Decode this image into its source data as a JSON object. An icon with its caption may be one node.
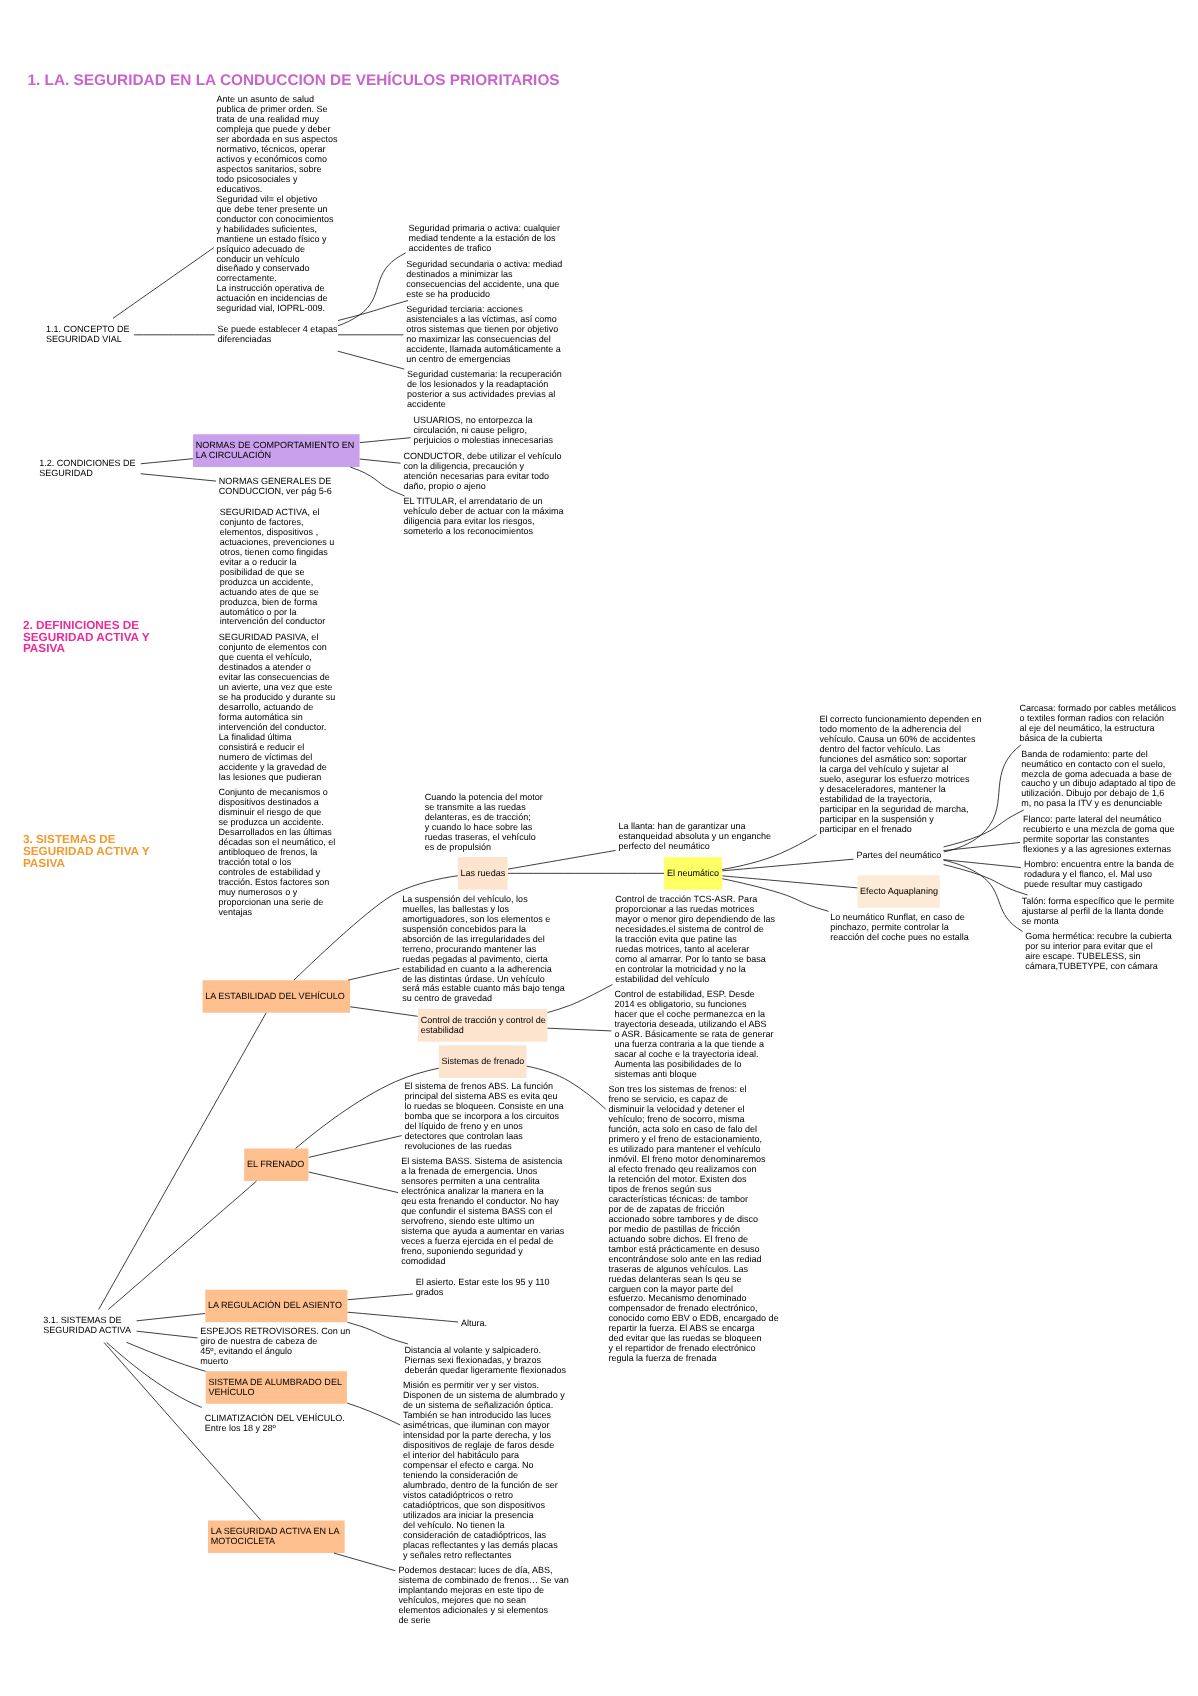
{
  "diagram": {
    "title": "1. LA. SEGURIDAD EN LA CONDUCCION DE VEHÍCULOS PRIORITARIOS",
    "nodes": [
      {
        "text": [
          "1.1. CONCEPTO DE SEGURIDAD VIAL"
        ]
      },
      {
        "text": [
          "Ante un asunto de salud publica de primer orden. Se trata de una realidad muy compleja que puede y deber ser abordada en sus aspectos normativo, técnicos, operar activos y económicos como aspectos sanitarios, sobre todo psicosociales y educativos.",
          "Seguridad vil= el objetivo que debe tener presente un conductor con conocimientos y habilidades suficientes, mantiene un estado físico y psíquico adecuado de conducir un vehículo diseñado y conservado correctamente.",
          "La instrucción operativa de actuación en incidencias de seguridad vial, IOPRL-009."
        ]
      },
      {
        "text": [
          "Se puede establecer 4 etapas diferenciadas"
        ]
      },
      {
        "text": [
          "Seguridad primaria o activa: cualquier mediad tendente a la estación de los accidentes de trafico"
        ]
      },
      {
        "text": [
          "Seguridad secundaria o activa: mediad destinados a minimizar las consecuencias del accidente, una que este se ha producido"
        ]
      },
      {
        "text": [
          "Seguridad terciaria: acciones asistenciales a las víctimas, así como otros sistemas que tienen por objetivo no maximizar las consecuencias del accidente, llamada automáticamente a un centro de emergencias"
        ]
      },
      {
        "text": [
          "Seguridad custemaria: la recuperación de los lesionados y la readaptación posterior a sus actividades previas al accidente"
        ]
      },
      {
        "text": [
          "1.2. CONDICIONES DE SEGURIDAD"
        ]
      },
      {
        "text": [
          "NORMAS DE COMPORTAMIENTO EN LA CIRCULACIÓN"
        ]
      },
      {
        "text": [
          "USUARIOS, no entorpezca la circulación, ni cause peligro, perjuicios o molestias innecesarias"
        ]
      },
      {
        "text": [
          "CONDUCTOR, debe utilizar el vehículo con la diligencia, precaución y atención necesarias para evitar todo daño, propio o ajeno"
        ]
      },
      {
        "text": [
          "EL TITULAR, el arrendatario de un vehículo deber de actuar con la máxima diligencia para evitar los riesgos, someterlo a los reconocimientos"
        ]
      },
      {
        "text": [
          "NORMAS GENERALES DE CONDUCCION, ver pág 5-6"
        ]
      },
      {
        "text": [
          "3.1. SISTEMAS DE SEGURIDAD ACTIVA"
        ]
      },
      {
        "text": [
          "LA ESTABILIDAD DEL VEHÍCULO"
        ]
      },
      {
        "text": [
          "Las ruedas"
        ]
      },
      {
        "text": [
          "La llanta: han de garantizar una estanqueidad absoluta y un enganche perfecto del neumático"
        ]
      },
      {
        "text": [
          "El neumático"
        ]
      },
      {
        "text": [
          "El correcto funcionamiento dependen en todo momento de la adherencia del vehículo. Causa un 60% de accidentes dentro del factor vehículo. Las funciones del asmático son: soportar la carga del vehículo y sujetar al suelo, asegurar los esfuerzo motrices y desaceleradores, mantener la estabilidad de la trayectoria, participar en la seguridad de marcha, participar en la suspensión y participar en el frenado"
        ]
      },
      {
        "text": [
          "Partes del neumático"
        ]
      },
      {
        "text": [
          "Carcasa: formado por cables metálicos o textiles forman radios con relación al eje del neumático, la estructura básica de la cubierta"
        ]
      },
      {
        "text": [
          "Banda de rodamiento: parte del neumático en contacto con el suelo, mezcla de goma adecuada a base de caucho y un dibujo adaptado al tipo de utilización. Dibujo por debajo de 1,6 m, no pasa la ITV y es denunciable"
        ]
      },
      {
        "text": [
          "Flanco: parte lateral del neumático recubierto e una mezcla de goma que permite soportar las constantes flexiones y a las agresiones externas"
        ]
      },
      {
        "text": [
          "Hombro: encuentra entre la banda de rodadura y el flanco, el. Mal uso puede resultar muy castigado"
        ]
      },
      {
        "text": [
          "Talón: forma específico que le permite ajustarse al perfil de la llanta donde se monta"
        ]
      },
      {
        "text": [
          "Goma hermética: recubre la cubierta por su interior para evitar que el aire escape. TUBELESS, sin cámara,TUBETYPE, con cámara"
        ]
      },
      {
        "text": [
          "Efecto Aquaplaning"
        ]
      },
      {
        "text": [
          "Lo neumático Runflat, en caso de pinchazo, permite controlar la reacción del coche pues no estalla"
        ]
      },
      {
        "text": [
          "La suspensión del vehículo, los muelles, las ballestas y los amortiguadores, son los elementos e suspensión concebidos para la absorción de las irregularidades del terreno, procurando mantener las ruedas pegadas al pavimento, cierta estabilidad en cuanto a la adherencia de las distintas úrdase. Un vehículo será más estable cuanto más bajo tenga su centro de gravedad"
        ]
      },
      {
        "text": [
          "Control de tracción y control de estabilidad"
        ]
      },
      {
        "text": [
          "Control de tracción TCS-ASR. Para proporcionar a las ruedas motrices mayor o menor giro dependiendo de las necesidades.el sistema de control de la tracción evita que patine las ruedas motrices, tanto al acelerar como al amarrar. Por lo tanto se basa en controlar la motricidad y no la estabilidad del vehículo"
        ]
      },
      {
        "text": [
          "Control de estabilidad, ESP. Desde 2014 es obligatorio, su funciones hacer que el coche permanezca en la trayectoria deseada, utilizando el ABS o ASR. Básicamente se rata de generar una fuerza contraria a la que tiende a sacar al coche e la trayectoria ideal. Aumenta las posibilidades de lo sistemas anti bloque"
        ]
      },
      {
        "text": [
          "EL FRENADO"
        ]
      },
      {
        "text": [
          "Sistemas de frenado"
        ]
      },
      {
        "text": [
          "Son tres los sistemas de frenos: el freno se servicio, es capaz de disminuir la velocidad y detener el vehículo; freno de socorro, misma función, acta solo en caso de falo del primero y el freno de estacionamiento, es utilizado para mantener el vehículo inmóvil. El freno motor denominaremos al efecto frenado qeu realizamos con la retención del motor. Existen dos tipos de frenos según sus características técnicas: de tambor por de de zapatas de fricción accionado sobre tambores y de disco por medio de pastillas de fricción actuando sobre dichos. El freno de tambor está prácticamente en desuso encontrándose solo ante en las rediad traseras de algunos vehículos. Las ruedas delanteras sean ls qeu se carguen con la mayor parte del esfuerzo. Mecanismo denominado compensador de frenado electrónico, conocido como EBV o EDB, encargado de repartir la fuerza. El ABS se encarga ded evitar que las ruedas se bloqueen y el repartidor de frenado electrónico regula la fuerza de frenada"
        ]
      },
      {
        "text": [
          "El sistema de frenos ABS. La función principal del sistema ABS es evita qeu lo ruedas se bloqueen. Consiste en una bomba que se incorpora a los circuitos del líquido de freno y en unos detectores que controlan laas revoluciones de las ruedas"
        ]
      },
      {
        "text": [
          "El sistema BASS. Sistema de asistencia a la frenada de emergencia. Unos sensores permiten a una centralita electrónica analizar la manera en la qeu esta frenando el conductor. No hay que confundir el sistema BASS con el servofreno, siendo este ultimo un sistema que ayuda a aumentar en varias veces a fuerza ejercida en el pedal de freno, suponiendo seguridad y comodidad"
        ]
      },
      {
        "text": [
          "LA REGULACIÓN DEL ASIENTO"
        ]
      },
      {
        "text": [
          "El asierto. Estar este los 95 y 110 grados"
        ]
      },
      {
        "text": [
          "Altura."
        ]
      },
      {
        "text": [
          "Distancia al volante y salpicadero. Piernas sexi flexionadas, y brazos deberán quedar ligeramente flexionados"
        ]
      },
      {
        "text": [
          "ESPEJOS RETROVISORES. Con un giro de nuestra de cabeza de 45º, evitando el ángulo muerto"
        ]
      },
      {
        "text": [
          "SISTEMA DE ALUMBRADO DEL VEHÍCULO"
        ]
      },
      {
        "text": [
          "Misión es permitir ver y ser vistos. Disponen de un sistema de alumbrado y de un sistema de señalización óptica. También se han introducido las luces asimétricas, que iluminan con mayor intensidad por la parte derecha, y los dispositivos de reglaje de faros desde el interior del habitáculo para compensar el efecto e carga. No teniendo la consideración de alumbrado, dentro de la función de ser vistos catadióptricos o retro catadióptricos, que son dispositivos utilizados ara iniciar la presencia del vehículo. No tienen la consideración de catadióptricos, las placas reflectantes y las demás placas y señales retro reflectantes"
        ]
      },
      {
        "text": [
          "CLIMATIZACIÓN DEL VEHÍCULO. Entre los 18 y 28º"
        ]
      },
      {
        "text": [
          "LA SEGURIDAD ACTIVA EN LA MOTOCICLETA"
        ]
      },
      {
        "text": [
          "Podemos destacar: luces de día, ABS, sistema de combinado de frenos… Se van implantando mejoras en este tipo de vehículos, mejores que no sean elementos adicionales y si elementos de serie"
        ]
      }
    ],
    "edges": [
      {
        "from": 0,
        "to": 1,
        "arrow": "none"
      },
      {
        "from": 0,
        "to": 2,
        "arrow": "none"
      },
      {
        "from": 2,
        "to": 3,
        "arrow": "none"
      },
      {
        "from": 2,
        "to": 4,
        "arrow": "none"
      },
      {
        "from": 2,
        "to": 5,
        "arrow": "none"
      },
      {
        "from": 2,
        "to": 6,
        "arrow": "none"
      },
      {
        "from": 7,
        "to": 8,
        "arrow": "none"
      },
      {
        "from": 7,
        "to": 12,
        "arrow": "none"
      },
      {
        "from": 8,
        "to": 9,
        "arrow": "none"
      },
      {
        "from": 8,
        "to": 10,
        "arrow": "none"
      },
      {
        "from": 8,
        "to": 11,
        "arrow": "none"
      },
      {
        "from": 13,
        "to": 14,
        "arrow": "none"
      },
      {
        "from": 13,
        "to": 32,
        "arrow": "none"
      },
      {
        "from": 13,
        "to": 37,
        "arrow": "none"
      },
      {
        "from": 13,
        "to": 41,
        "arrow": "none"
      },
      {
        "from": 13,
        "to": 42,
        "arrow": "none"
      },
      {
        "from": 13,
        "to": 44,
        "arrow": "none"
      },
      {
        "from": 13,
        "to": 45,
        "arrow": "none"
      },
      {
        "from": 14,
        "to": 15,
        "arrow": "none"
      },
      {
        "from": 14,
        "to": 28,
        "arrow": "none"
      },
      {
        "from": 14,
        "to": 29,
        "arrow": "none"
      },
      {
        "from": 15,
        "to": 16,
        "arrow": "none"
      },
      {
        "from": 15,
        "to": 17,
        "arrow": "none"
      },
      {
        "from": 17,
        "to": 18,
        "arrow": "none"
      },
      {
        "from": 17,
        "to": 19,
        "arrow": "none"
      },
      {
        "from": 17,
        "to": 26,
        "arrow": "none"
      },
      {
        "from": 17,
        "to": 27,
        "arrow": "none"
      },
      {
        "from": 19,
        "to": 20,
        "arrow": "none"
      },
      {
        "from": 19,
        "to": 21,
        "arrow": "none"
      },
      {
        "from": 19,
        "to": 22,
        "arrow": "none"
      },
      {
        "from": 19,
        "to": 23,
        "arrow": "none"
      },
      {
        "from": 19,
        "to": 24,
        "arrow": "none"
      },
      {
        "from": 19,
        "to": 25,
        "arrow": "none"
      },
      {
        "from": 29,
        "to": 30,
        "arrow": "none"
      },
      {
        "from": 29,
        "to": 31,
        "arrow": "none"
      },
      {
        "from": 32,
        "to": 33,
        "arrow": "none"
      },
      {
        "from": 32,
        "to": 35,
        "arrow": "none"
      },
      {
        "from": 32,
        "to": 36,
        "arrow": "none"
      },
      {
        "from": 33,
        "to": 34,
        "arrow": "none"
      },
      {
        "from": 37,
        "to": 38,
        "arrow": "none"
      },
      {
        "from": 37,
        "to": 39,
        "arrow": "none"
      },
      {
        "from": 37,
        "to": 40,
        "arrow": "none"
      },
      {
        "from": 42,
        "to": 43,
        "arrow": "none"
      },
      {
        "from": 45,
        "to": 46,
        "arrow": "none"
      }
    ],
    "labels": [
      "2. DEFINICIONES DE SEGURIDAD ACTIVA Y PASIVA",
      "SEGURIDAD ACTIVA, el conjunto de factores, elementos, dispositivos , actuaciones, prevenciones u otros, tienen como fingidas evitar a o reducir la posibilidad de que se produzca un accidente, actuando ates de que se produzca, bien de forma automático o por la intervención del conductor",
      "SEGURIDAD PASIVA, el conjunto de elementos con que cuenta el vehículo, destinados a atender o evitar las consecuencias de un avierte, una vez que este se ha producido y durante su desarrollo, actuando de forma automática sin intervención del conductor. La finalidad última consistirá e reducir el numero de víctimas del accidente y la gravedad de las lesiones que pudieran",
      "3. SISTEMAS DE SEGURIDAD ACTIVA Y PASIVA",
      "Conjunto de mecanismos o dispositivos destinados a disminuir el riesgo de que se produzca un accidente. Desarrollados en las últimas décadas son el neumático, el antibloqueo de frenos, la tracción total o los controles de estabilidad y tracción. Estos factores son muy numerosos o y proporcionan una serie de ventajas",
      "Cuando la potencia del motor se transmite a las ruedas delanteras, es de tracción; y cuando lo hace sobre las ruedas traseras, el vehículo es de propulsión"
    ]
  }
}
